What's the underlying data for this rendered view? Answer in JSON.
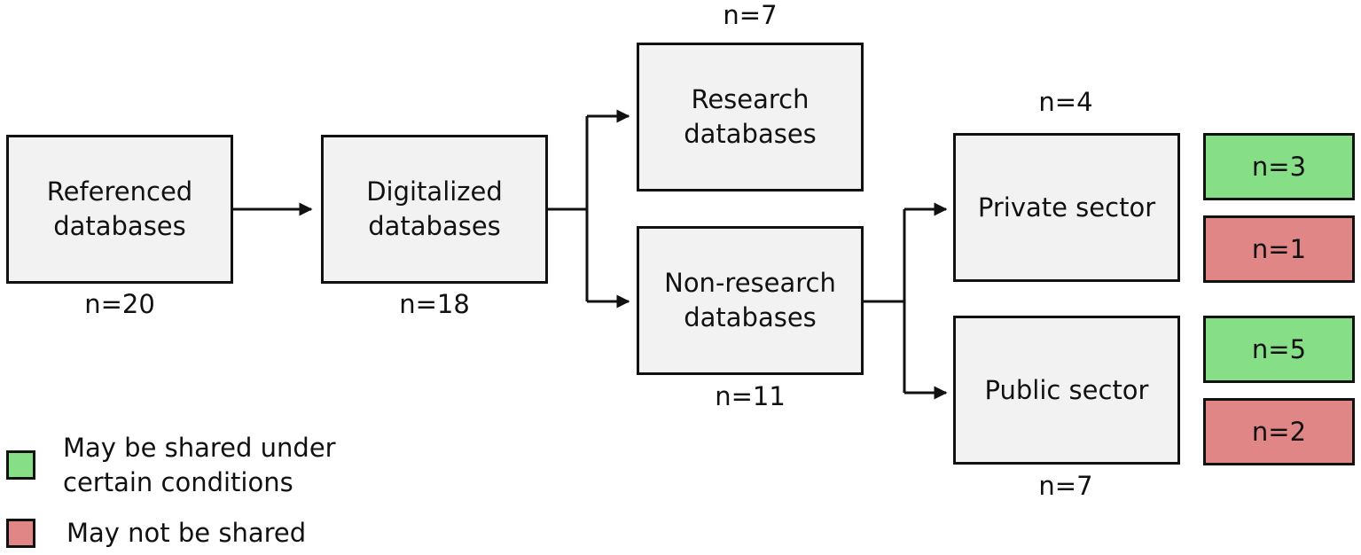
{
  "nodes": {
    "referenced": {
      "label": "Referenced\ndatabases",
      "count": "n=20"
    },
    "digitalized": {
      "label": "Digitalized\ndatabases",
      "count": "n=18"
    },
    "research": {
      "label": "Research\ndatabases",
      "count": "n=7"
    },
    "non_research": {
      "label": "Non-research\ndatabases",
      "count": "n=11"
    },
    "private": {
      "label": "Private sector",
      "count": "n=4",
      "shared": "n=3",
      "not_shared": "n=1"
    },
    "public": {
      "label": "Public sector",
      "count": "n=7",
      "shared": "n=5",
      "not_shared": "n=2"
    }
  },
  "legend": {
    "shared": {
      "label": "May be shared under\ncertain conditions",
      "color": "#86df86"
    },
    "not_shared": {
      "label": "May not be shared",
      "color": "#e08686"
    }
  }
}
